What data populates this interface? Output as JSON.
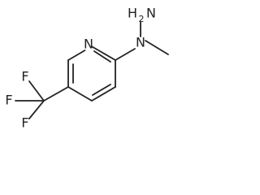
{
  "molecule": {
    "atoms": {
      "pyridine_n": "N",
      "hydrazine_n": "N",
      "terminal_n_h": "H",
      "terminal_n_n": "N",
      "fluorine_1": "F",
      "fluorine_2": "F",
      "fluorine_3": "F"
    }
  }
}
